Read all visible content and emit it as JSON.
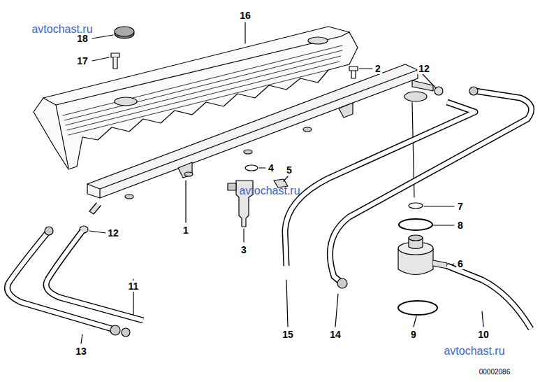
{
  "diagram": {
    "labels": [
      "avtochast.ru",
      "16",
      "18",
      "17",
      "2",
      "12",
      "4",
      "5",
      "avtochast.ru",
      "7",
      "8",
      "1",
      "12",
      "3",
      "6",
      "11",
      "15",
      "14",
      "9",
      "10",
      "13",
      "avtochast.ru",
      "00002086"
    ]
  }
}
